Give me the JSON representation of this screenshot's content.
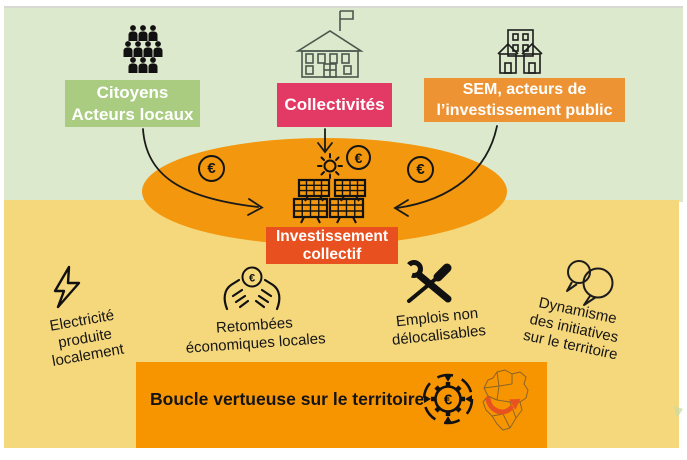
{
  "actors": {
    "citizens": {
      "line1": "Citoyens",
      "line2": "Acteurs locaux"
    },
    "collectivities": {
      "label": "Collectivités"
    },
    "sem": {
      "line1": "SEM, acteurs de",
      "line2": "l’investissement public"
    }
  },
  "center": {
    "line1": "Investissement",
    "line2": "collectif"
  },
  "coins": {
    "symbol": "€"
  },
  "benefits": [
    {
      "icon": "lightning-icon",
      "lines": [
        "Electricité",
        "produite",
        "localement"
      ]
    },
    {
      "icon": "hands-euro-icon",
      "lines": [
        "Retombées",
        "économiques locales"
      ]
    },
    {
      "icon": "tools-icon",
      "lines": [
        "Emplois non",
        "délocalisables"
      ]
    },
    {
      "icon": "speech-bubbles-icon",
      "lines": [
        "Dynamisme",
        "des initiatives",
        "sur le territoire"
      ]
    }
  ],
  "banner": {
    "text": "Boucle vertueuse sur le territoire"
  },
  "colors": {
    "background_green": "#dde9cc",
    "background_yellow": "#f5d77c",
    "ellipse_orange": "#f2970e",
    "citizens_green": "#a9cc80",
    "collectivities_pink": "#e23a64",
    "sem_orange": "#ee9333",
    "investment_red": "#e8511f",
    "banner_orange": "#f79500",
    "map_arrow_red": "#e8521f"
  }
}
